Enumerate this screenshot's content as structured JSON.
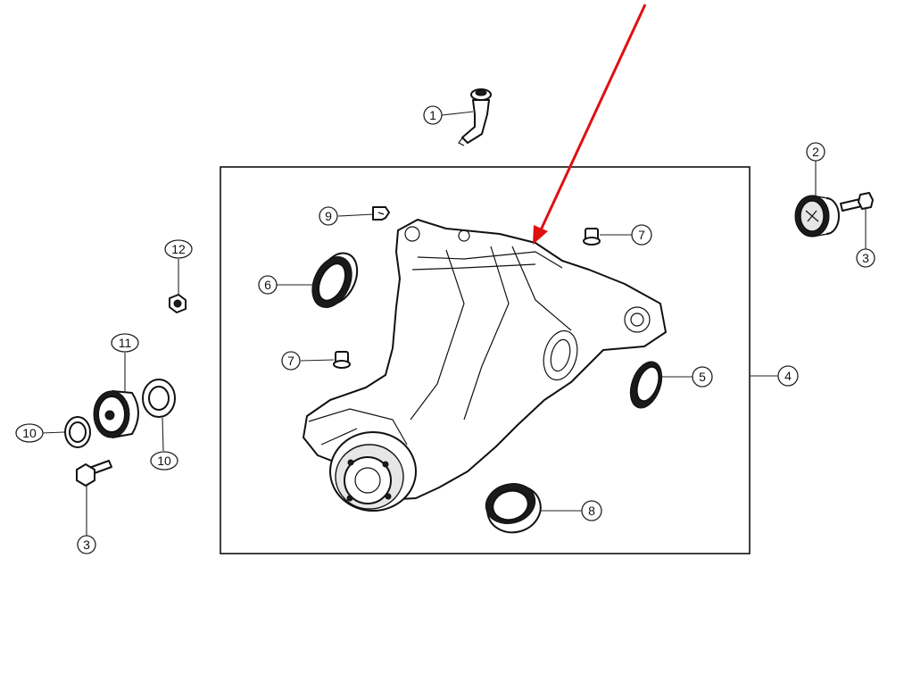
{
  "diagram": {
    "callouts": [
      {
        "id": "c1",
        "label": "1"
      },
      {
        "id": "c2",
        "label": "2"
      },
      {
        "id": "c3a",
        "label": "3"
      },
      {
        "id": "c3b",
        "label": "3"
      },
      {
        "id": "c4",
        "label": "4"
      },
      {
        "id": "c5",
        "label": "5"
      },
      {
        "id": "c6",
        "label": "6"
      },
      {
        "id": "c7a",
        "label": "7"
      },
      {
        "id": "c7b",
        "label": "7"
      },
      {
        "id": "c8",
        "label": "8"
      },
      {
        "id": "c9",
        "label": "9"
      },
      {
        "id": "c10a",
        "label": "10"
      },
      {
        "id": "c10b",
        "label": "10"
      },
      {
        "id": "c11",
        "label": "11"
      },
      {
        "id": "c12",
        "label": "12"
      }
    ],
    "colors": {
      "line": "#111111",
      "highlight_arrow": "#e01010",
      "background": "#ffffff"
    }
  }
}
